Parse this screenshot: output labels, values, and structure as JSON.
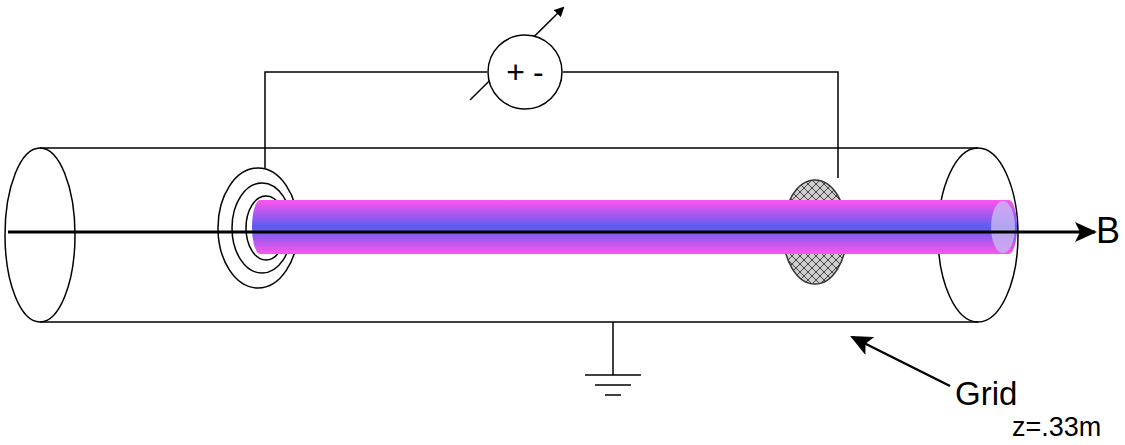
{
  "diagram": {
    "nodes": [
      {
        "text": [
          "+",
          "-"
        ]
      }
    ],
    "labels": [
      "B",
      "Grid",
      "z=.33m"
    ]
  }
}
